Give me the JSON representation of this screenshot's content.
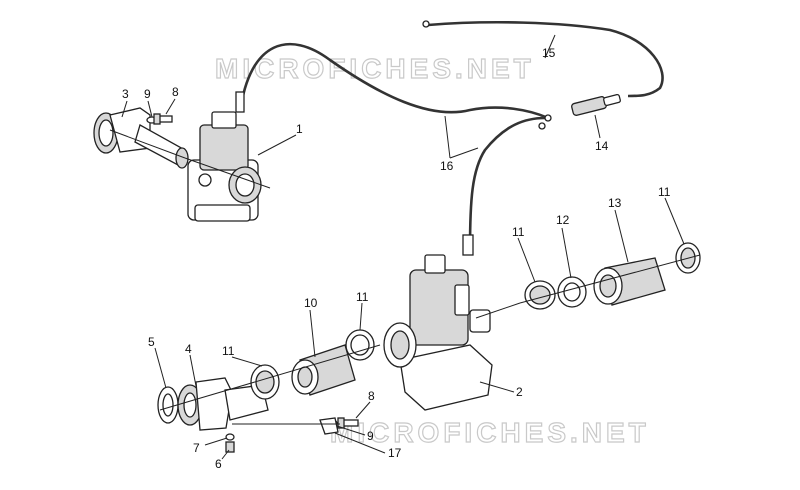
{
  "watermark": "MICROFICHES.NET",
  "callouts": [
    {
      "id": "c3",
      "label": "3"
    },
    {
      "id": "c9a",
      "label": "9"
    },
    {
      "id": "c8a",
      "label": "8"
    },
    {
      "id": "c1",
      "label": "1"
    },
    {
      "id": "c15",
      "label": "15"
    },
    {
      "id": "c16",
      "label": "16"
    },
    {
      "id": "c14",
      "label": "14"
    },
    {
      "id": "c11a",
      "label": "11"
    },
    {
      "id": "c13",
      "label": "13"
    },
    {
      "id": "c12",
      "label": "12"
    },
    {
      "id": "c11b",
      "label": "11"
    },
    {
      "id": "c10",
      "label": "10"
    },
    {
      "id": "c11c",
      "label": "11"
    },
    {
      "id": "c5",
      "label": "5"
    },
    {
      "id": "c4",
      "label": "4"
    },
    {
      "id": "c11d",
      "label": "11"
    },
    {
      "id": "c2",
      "label": "2"
    },
    {
      "id": "c8b",
      "label": "8"
    },
    {
      "id": "c9b",
      "label": "9"
    },
    {
      "id": "c7",
      "label": "7"
    },
    {
      "id": "c17",
      "label": "17"
    },
    {
      "id": "c6",
      "label": "6"
    }
  ]
}
